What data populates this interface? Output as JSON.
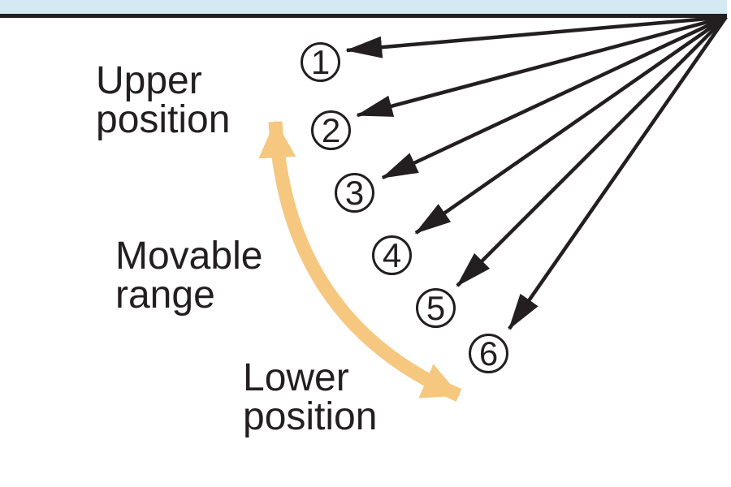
{
  "labels": {
    "upper_position": {
      "line1": "Upper",
      "line2": "position"
    },
    "movable_range": {
      "line1": "Movable",
      "line2": "range"
    },
    "lower_position": {
      "line1": "Lower",
      "line2": "position"
    }
  },
  "positions": [
    {
      "label": "1"
    },
    {
      "label": "2"
    },
    {
      "label": "3"
    },
    {
      "label": "4"
    },
    {
      "label": "5"
    },
    {
      "label": "6"
    }
  ],
  "colors": {
    "ink": "#231f20",
    "header_band": "#d3eaf3",
    "movable_range_arrow": "#f6c77f"
  }
}
